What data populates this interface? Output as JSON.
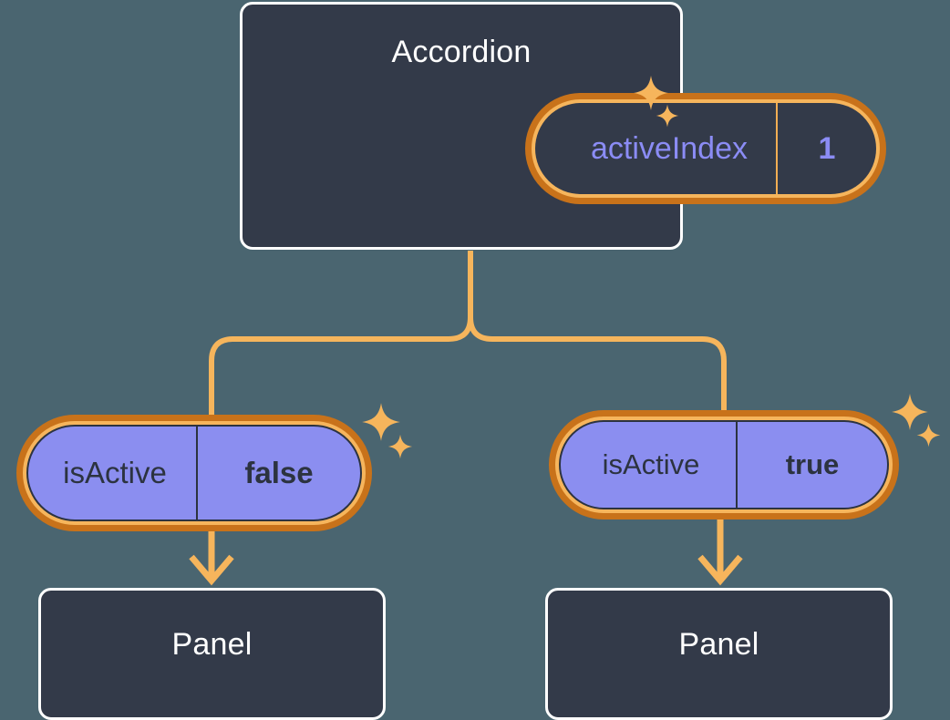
{
  "theme": {
    "background": "#4a6570",
    "box_fill": "#333a49",
    "box_border": "#ffffff",
    "pill_outer_ring": "#c8721a",
    "pill_inner_ring": "#f6b55c",
    "pill_purple_fill": "#8b8ef0",
    "accent_orange": "#f6b55c",
    "text_light": "#ffffff",
    "text_purple": "#8b8cf5",
    "text_dark": "#2c3340"
  },
  "accordion": {
    "title": "Accordion",
    "state": {
      "key": "activeIndex",
      "value": "1"
    },
    "sparkle_name": "sparkle-icon"
  },
  "children": [
    {
      "state": {
        "key": "isActive",
        "value": "false"
      },
      "panel": {
        "title": "Panel"
      },
      "sparkle_name": "sparkle-icon"
    },
    {
      "state": {
        "key": "isActive",
        "value": "true"
      },
      "panel": {
        "title": "Panel"
      },
      "sparkle_name": "sparkle-icon"
    }
  ],
  "connectors": {
    "stroke": "#f6b55c",
    "stroke_width": 6,
    "arrow_name": "down-arrow"
  }
}
